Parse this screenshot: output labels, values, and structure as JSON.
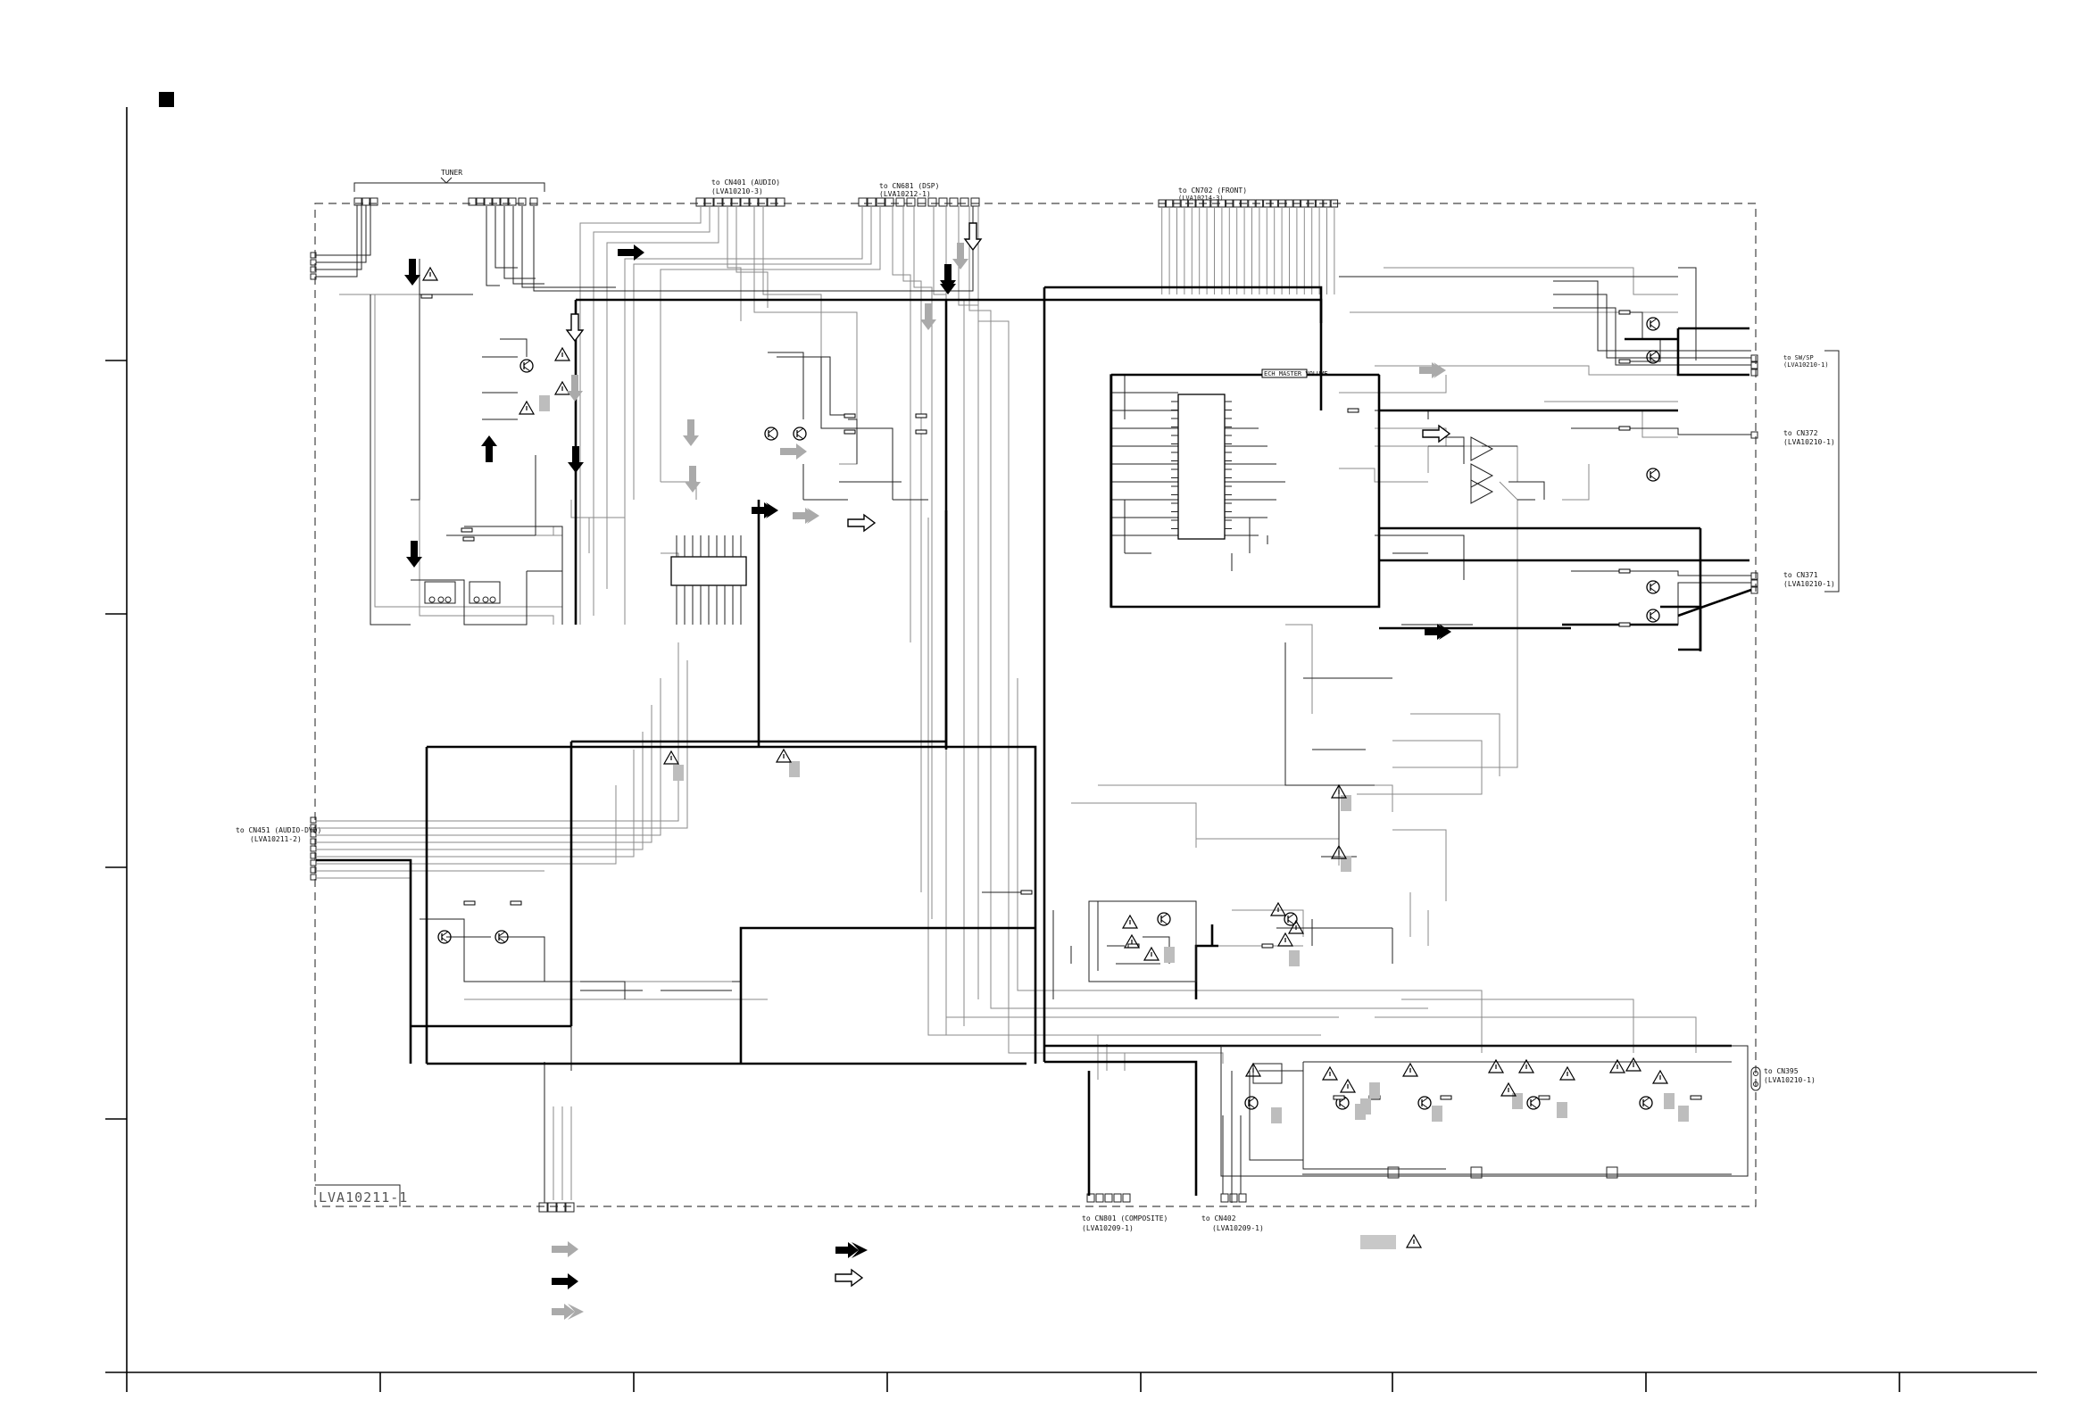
{
  "board": {
    "id": "LVA10211-1"
  },
  "connectors": {
    "tuner": "TUNER",
    "cn401": [
      "to CN401 (AUDIO)",
      "(LVA10210-3)"
    ],
    "cn681": [
      "to CN681 (DSP)",
      "(LVA10212-1)"
    ],
    "cn702": [
      "to CN702 (FRONT)",
      "(LVA10214-3)"
    ],
    "cn451": [
      "to CN451 (AUDIO-DVD)",
      "(LVA10211-2)"
    ],
    "cn801": [
      "to CN801 (COMPOSITE)",
      "(LVA10209-1)"
    ],
    "cn402": [
      "to CN402",
      "(LVA10209-1)"
    ],
    "cn371": [
      "to CN371",
      "(LVA10210-1)"
    ],
    "cn372": [
      "to CN372",
      "(LVA10210-1)"
    ],
    "cn395": [
      "to CN395",
      "(LVA10210-1)"
    ],
    "cn_sw": [
      "to SW/SP",
      "(LVA10210-1)"
    ]
  },
  "ic_block": {
    "label": "ECH MASTER VOLUME"
  },
  "legend": {
    "gray_arrow": "",
    "black_arrow": "",
    "double_gray_arrow": "",
    "double_black_arrow": "",
    "hollow_arrow": "",
    "safety_mark": ""
  },
  "colors": {
    "ink": "#000000",
    "signal_gray": "#9a9a9a",
    "shade": "#c8c8c8",
    "paper": "#ffffff"
  }
}
